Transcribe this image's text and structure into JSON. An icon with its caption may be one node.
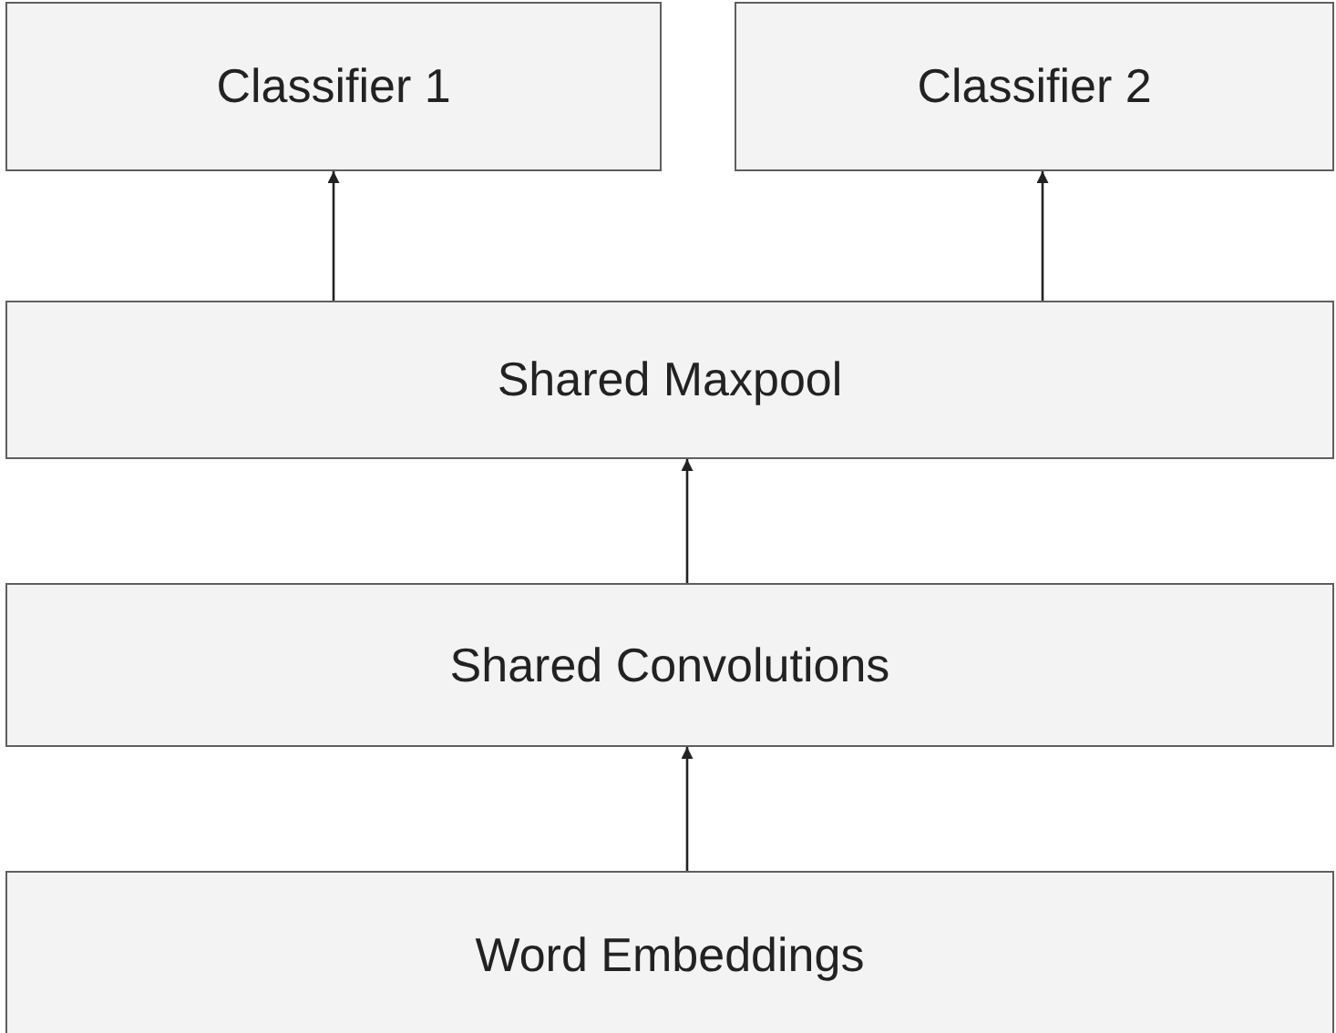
{
  "diagram": {
    "nodes": [
      {
        "text": [
          "Classifier 1"
        ]
      },
      {
        "text": [
          "Classifier 2"
        ]
      },
      {
        "text": [
          "Shared Maxpool"
        ]
      },
      {
        "text": [
          "Shared Convolutions"
        ]
      },
      {
        "text": [
          "Word Embeddings"
        ]
      }
    ],
    "edges": [
      {
        "from": 2,
        "to": 0,
        "arrow": "to"
      },
      {
        "from": 2,
        "to": 1,
        "arrow": "to"
      },
      {
        "from": 3,
        "to": 2,
        "arrow": "to"
      },
      {
        "from": 4,
        "to": 3,
        "arrow": "to"
      }
    ]
  }
}
